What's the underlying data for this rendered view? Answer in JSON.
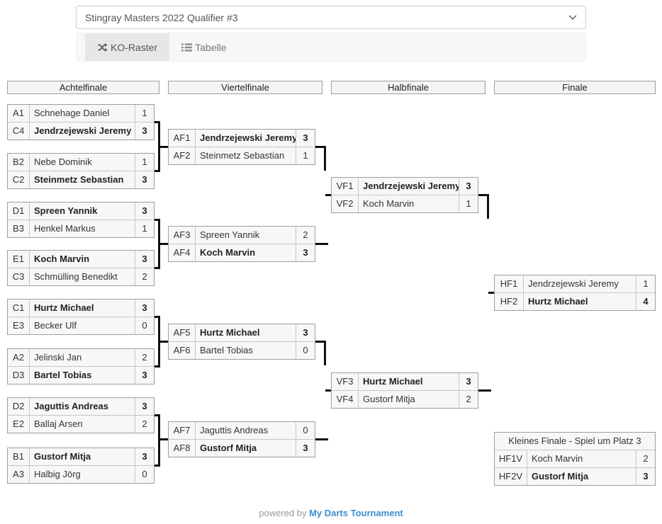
{
  "select": {
    "value": "Stingray Masters 2022 Qualifier #3"
  },
  "tabs": {
    "ko_raster": "KO-Raster",
    "tabelle": "Tabelle"
  },
  "bracket": {
    "rounds": [
      "Achtelfinale",
      "Viertelfinale",
      "Halbfinale",
      "Finale"
    ],
    "r1": [
      {
        "rows": [
          {
            "code": "A1",
            "name": "Schnehage Daniel",
            "score": "1",
            "winner": false
          },
          {
            "code": "C4",
            "name": "Jendrzejewski Jeremy",
            "score": "3",
            "winner": true
          }
        ]
      },
      {
        "rows": [
          {
            "code": "B2",
            "name": "Nebe Dominik",
            "score": "1",
            "winner": false
          },
          {
            "code": "C2",
            "name": "Steinmetz Sebastian",
            "score": "3",
            "winner": true
          }
        ]
      },
      {
        "rows": [
          {
            "code": "D1",
            "name": "Spreen Yannik",
            "score": "3",
            "winner": true
          },
          {
            "code": "B3",
            "name": "Henkel Markus",
            "score": "1",
            "winner": false
          }
        ]
      },
      {
        "rows": [
          {
            "code": "E1",
            "name": "Koch Marvin",
            "score": "3",
            "winner": true
          },
          {
            "code": "C3",
            "name": "Schmülling Benedikt",
            "score": "2",
            "winner": false
          }
        ]
      },
      {
        "rows": [
          {
            "code": "C1",
            "name": "Hurtz Michael",
            "score": "3",
            "winner": true
          },
          {
            "code": "E3",
            "name": "Becker Ulf",
            "score": "0",
            "winner": false
          }
        ]
      },
      {
        "rows": [
          {
            "code": "A2",
            "name": "Jelinski Jan",
            "score": "2",
            "winner": false
          },
          {
            "code": "D3",
            "name": "Bartel Tobias",
            "score": "3",
            "winner": true
          }
        ]
      },
      {
        "rows": [
          {
            "code": "D2",
            "name": "Jaguttis Andreas",
            "score": "3",
            "winner": true
          },
          {
            "code": "E2",
            "name": "Ballaj Arsen",
            "score": "2",
            "winner": false
          }
        ]
      },
      {
        "rows": [
          {
            "code": "B1",
            "name": "Gustorf Mitja",
            "score": "3",
            "winner": true
          },
          {
            "code": "A3",
            "name": "Halbig Jörg",
            "score": "0",
            "winner": false
          }
        ]
      }
    ],
    "r2": [
      {
        "rows": [
          {
            "code": "AF1",
            "name": "Jendrzejewski Jeremy",
            "score": "3",
            "winner": true
          },
          {
            "code": "AF2",
            "name": "Steinmetz Sebastian",
            "score": "1",
            "winner": false
          }
        ]
      },
      {
        "rows": [
          {
            "code": "AF3",
            "name": "Spreen Yannik",
            "score": "2",
            "winner": false
          },
          {
            "code": "AF4",
            "name": "Koch Marvin",
            "score": "3",
            "winner": true
          }
        ]
      },
      {
        "rows": [
          {
            "code": "AF5",
            "name": "Hurtz Michael",
            "score": "3",
            "winner": true
          },
          {
            "code": "AF6",
            "name": "Bartel Tobias",
            "score": "0",
            "winner": false
          }
        ]
      },
      {
        "rows": [
          {
            "code": "AF7",
            "name": "Jaguttis Andreas",
            "score": "0",
            "winner": false
          },
          {
            "code": "AF8",
            "name": "Gustorf Mitja",
            "score": "3",
            "winner": true
          }
        ]
      }
    ],
    "r3": [
      {
        "rows": [
          {
            "code": "VF1",
            "name": "Jendrzejewski Jeremy",
            "score": "3",
            "winner": true
          },
          {
            "code": "VF2",
            "name": "Koch Marvin",
            "score": "1",
            "winner": false
          }
        ]
      },
      {
        "rows": [
          {
            "code": "VF3",
            "name": "Hurtz Michael",
            "score": "3",
            "winner": true
          },
          {
            "code": "VF4",
            "name": "Gustorf Mitja",
            "score": "2",
            "winner": false
          }
        ]
      }
    ],
    "r4": [
      {
        "rows": [
          {
            "code": "HF1",
            "name": "Jendrzejewski Jeremy",
            "score": "1",
            "winner": false
          },
          {
            "code": "HF2",
            "name": "Hurtz Michael",
            "score": "4",
            "winner": true
          }
        ]
      }
    ],
    "third_place": {
      "title": "Kleines Finale - Spiel um Platz 3",
      "rows": [
        {
          "code": "HF1V",
          "name": "Koch Marvin",
          "score": "2",
          "winner": false
        },
        {
          "code": "HF2V",
          "name": "Gustorf Mitja",
          "score": "3",
          "winner": true
        }
      ]
    }
  },
  "footer": {
    "powered_by": "powered by",
    "brand": "My Darts Tournament"
  }
}
